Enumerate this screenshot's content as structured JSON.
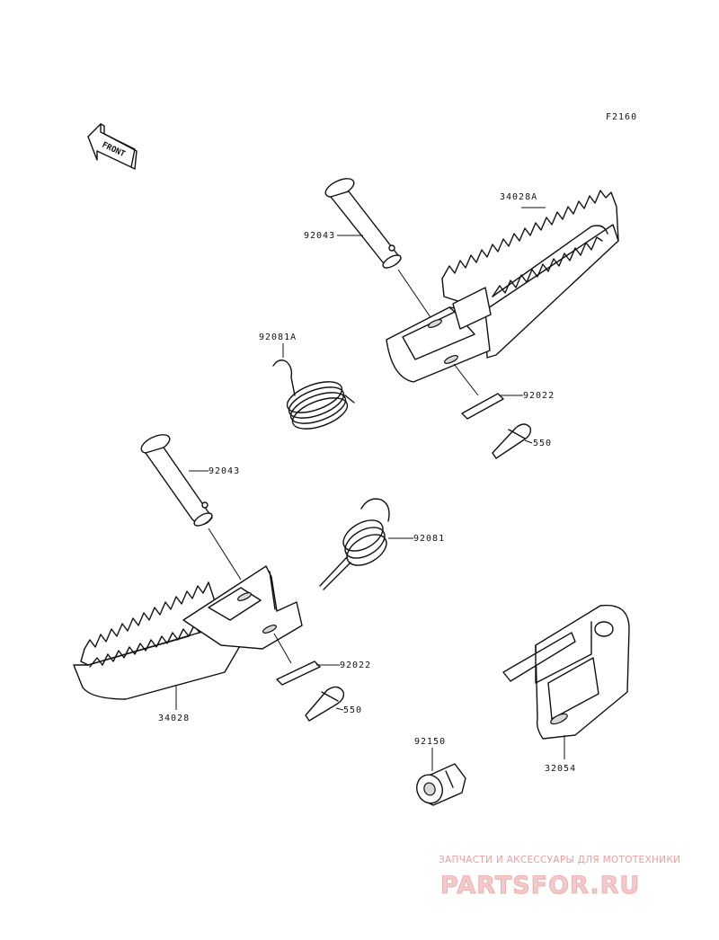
{
  "figure_code": "F2160",
  "front_arrow_text": "FRONT",
  "labels": {
    "pin_upper": "92043",
    "footpeg_right": "34028A",
    "spring_upper": "92081A",
    "washer_upper": "92022",
    "cotter_upper": "550",
    "pin_lower": "92043",
    "spring_lower": "92081",
    "washer_lower": "92022",
    "cotter_lower": "550",
    "footpeg_left": "34028",
    "bracket": "32054",
    "grommet": "92150"
  },
  "watermark": {
    "tagline": "ЗАПЧАСТИ И АКСЕССУАРЫ ДЛЯ МОТОТЕХНИКИ",
    "brand": "PARTSFOR.RU"
  }
}
